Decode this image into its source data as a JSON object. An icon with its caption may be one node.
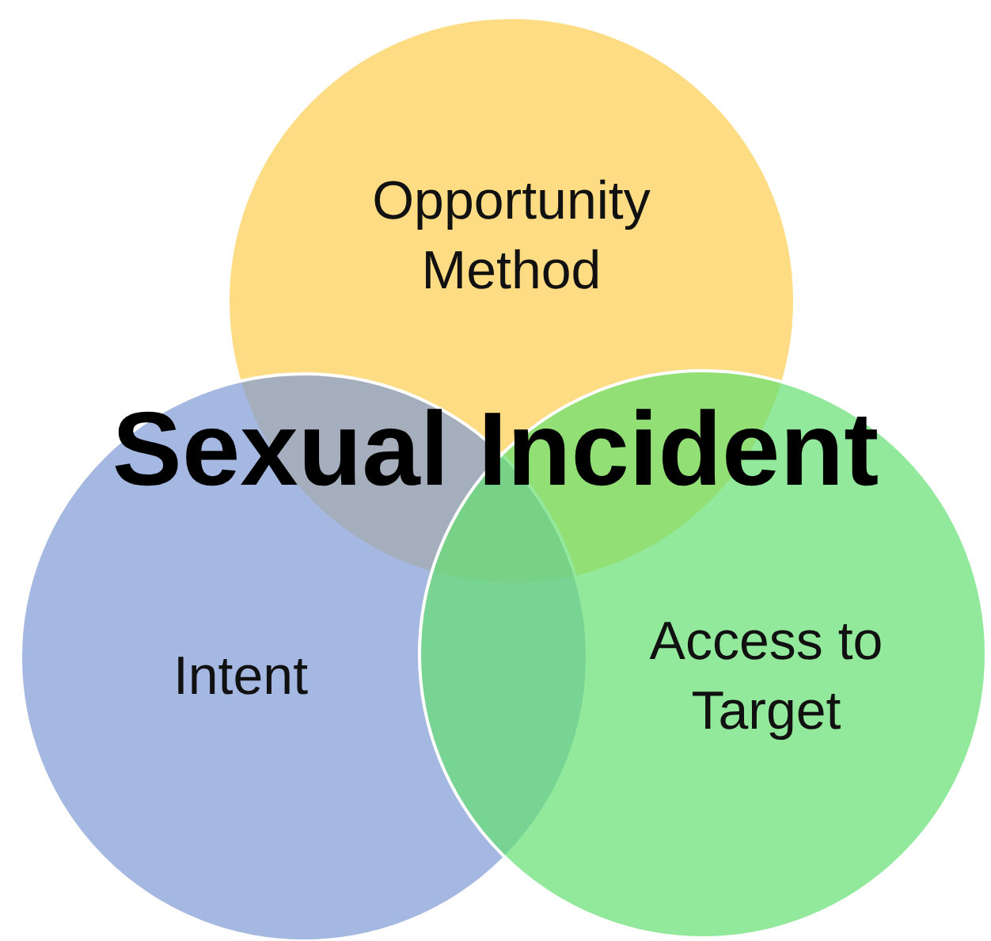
{
  "diagram": {
    "title": "Sexual Incident",
    "nodes": [
      {
        "text": [
          "Opportunity Method"
        ]
      },
      {
        "text": [
          "Intent"
        ]
      },
      {
        "text": [
          "Access to Target"
        ]
      }
    ]
  }
}
